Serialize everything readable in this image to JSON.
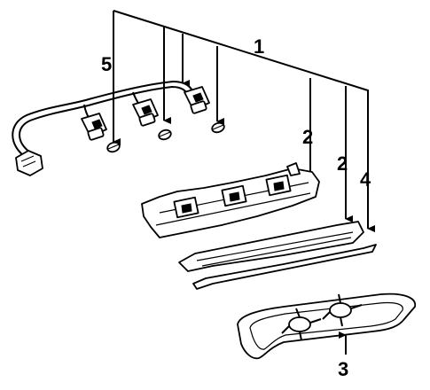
{
  "diagram": {
    "callouts": {
      "wiring_harness": "1",
      "housing": "2",
      "lens": "2",
      "gasket": "4",
      "reflector_base": "3",
      "bulb": "5"
    }
  }
}
